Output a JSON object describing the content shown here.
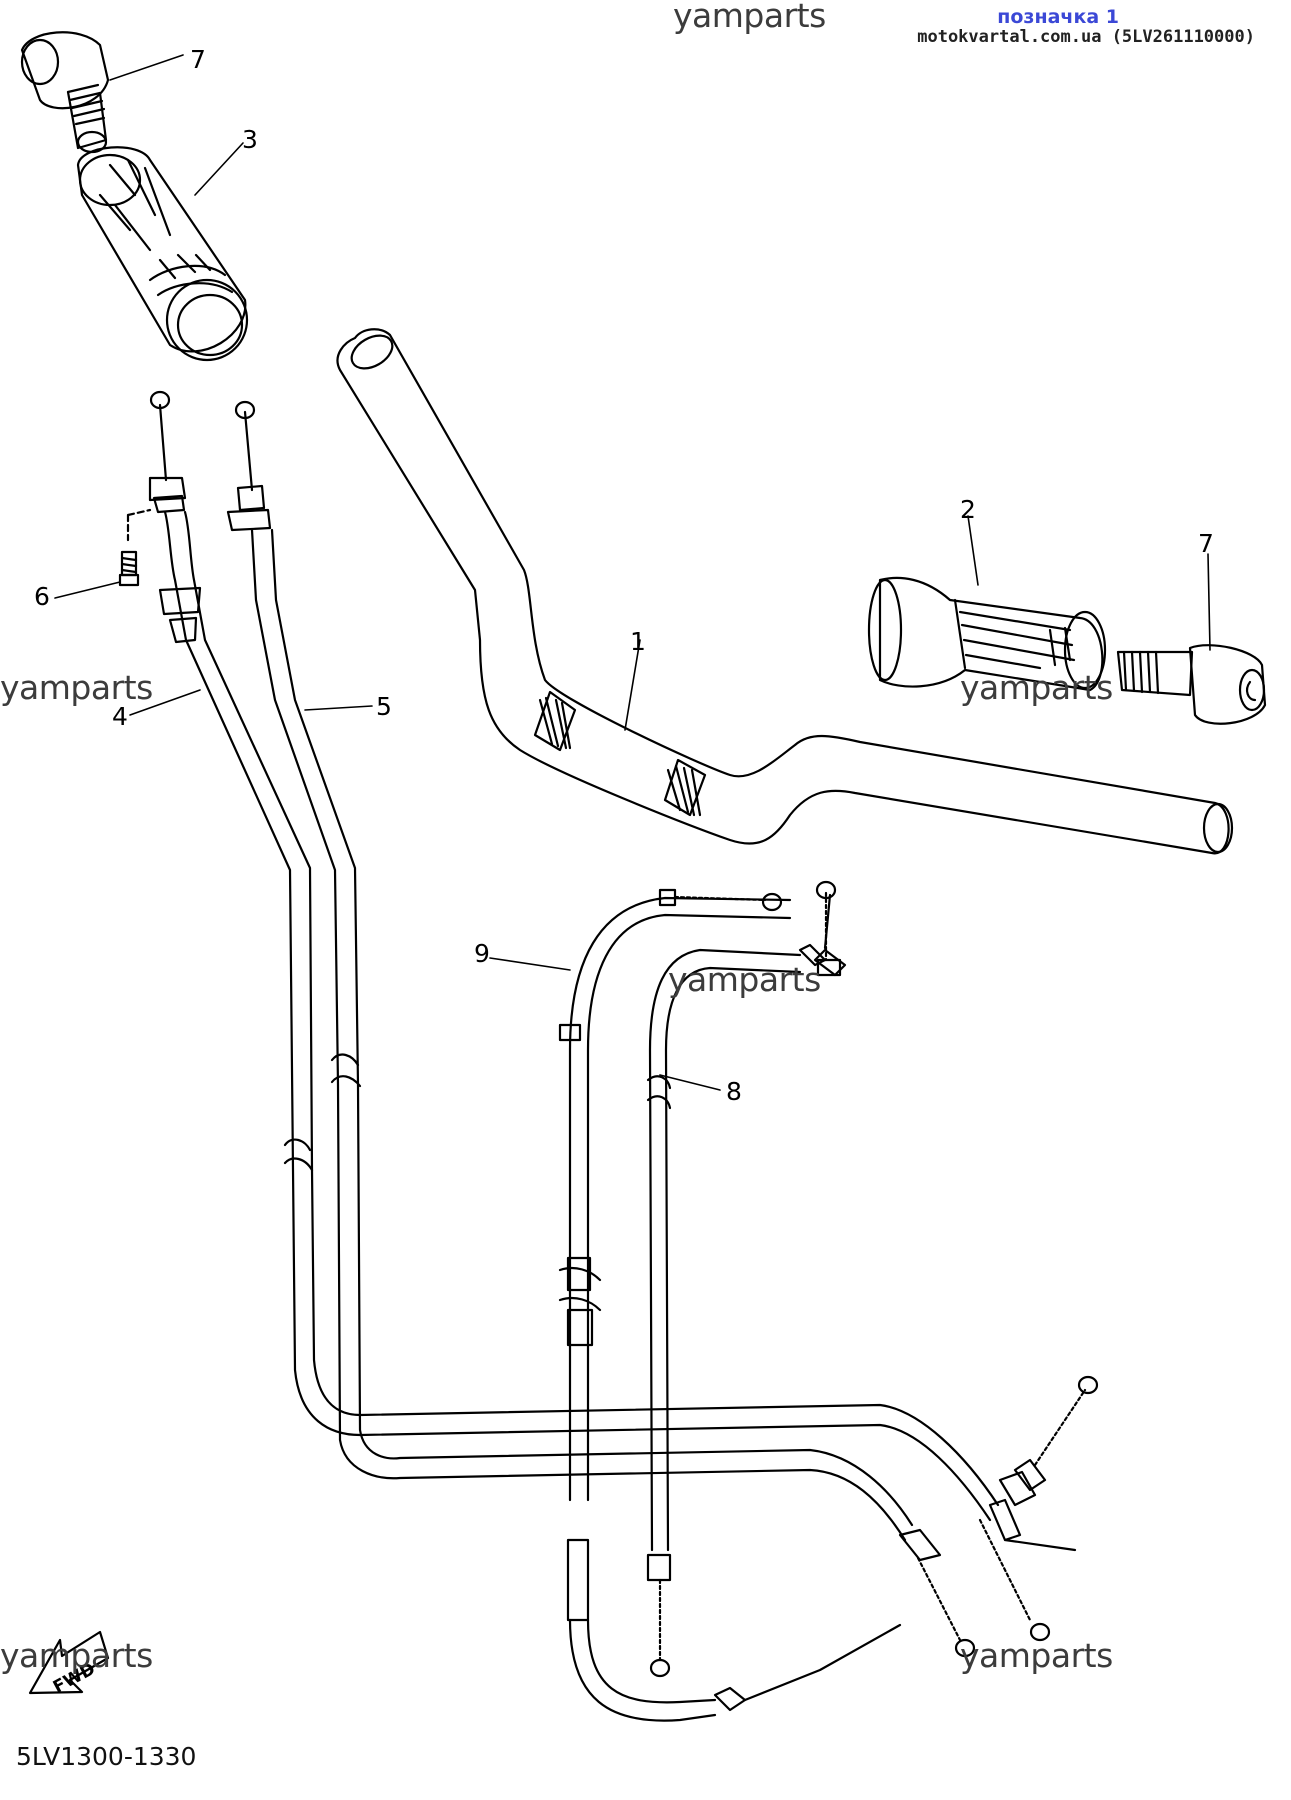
{
  "header": {
    "watermark_top": "yamparts",
    "label_link": "позначка 1",
    "source_line": "motokvartal.com.ua (5LV261110000)"
  },
  "watermarks": [
    "yamparts",
    "yamparts",
    "yamparts",
    "yamparts",
    "yamparts",
    "yamparts"
  ],
  "callouts": [
    "7",
    "3",
    "2",
    "7",
    "6",
    "1",
    "4",
    "5",
    "9",
    "8"
  ],
  "fwd_label": "FWD",
  "diagram_code": "5LV1300-1330",
  "colors": {
    "line": "#000000",
    "link": "#3b48d6",
    "watermark": "#3c3c3c"
  }
}
